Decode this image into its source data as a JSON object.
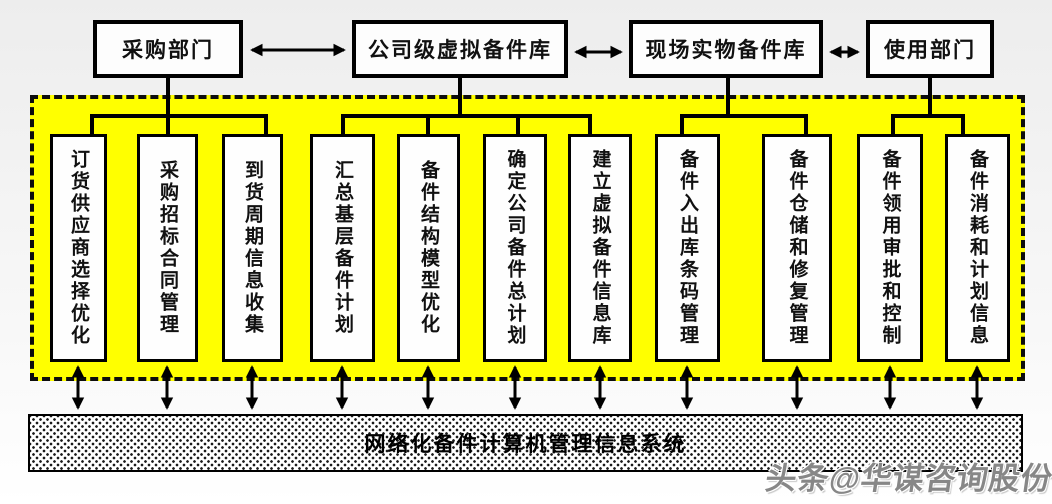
{
  "diagram": {
    "top_boxes": [
      {
        "label": "采购部门"
      },
      {
        "label": "公司级虚拟备件库"
      },
      {
        "label": "现场实物备件库"
      },
      {
        "label": "使用部门"
      }
    ],
    "process_boxes": [
      {
        "label": "订货供应商选择优化"
      },
      {
        "label": "采购招标合同管理"
      },
      {
        "label": "到货周期信息收集"
      },
      {
        "label": "汇总基层备件计划"
      },
      {
        "label": "备件结构模型优化"
      },
      {
        "label": "确定公司备件总计划"
      },
      {
        "label": "建立虚拟备件信息库"
      },
      {
        "label": "备件入出库条码管理"
      },
      {
        "label": "备件仓储和修复管理"
      },
      {
        "label": "备件领用审批和控制"
      },
      {
        "label": "备件消耗和计划信息"
      }
    ],
    "connections": [
      {
        "from": "采购部门",
        "to_process_boxes": [
          0,
          1,
          2
        ]
      },
      {
        "from": "公司级虚拟备件库",
        "to_process_boxes": [
          3,
          4,
          5,
          6
        ]
      },
      {
        "from": "现场实物备件库",
        "to_process_boxes": [
          7,
          8
        ]
      },
      {
        "from": "使用部门",
        "to_process_boxes": [
          9,
          10
        ]
      }
    ],
    "system_bar": {
      "label": "网络化备件计算机管理信息系统"
    },
    "watermark": {
      "label": "头条@华谋咨询股份"
    },
    "colors": {
      "highlight_bg": "#FFFF00",
      "line": "#000000",
      "box_bg": "#FFFFFF",
      "watermark_gray": "#767676"
    }
  }
}
